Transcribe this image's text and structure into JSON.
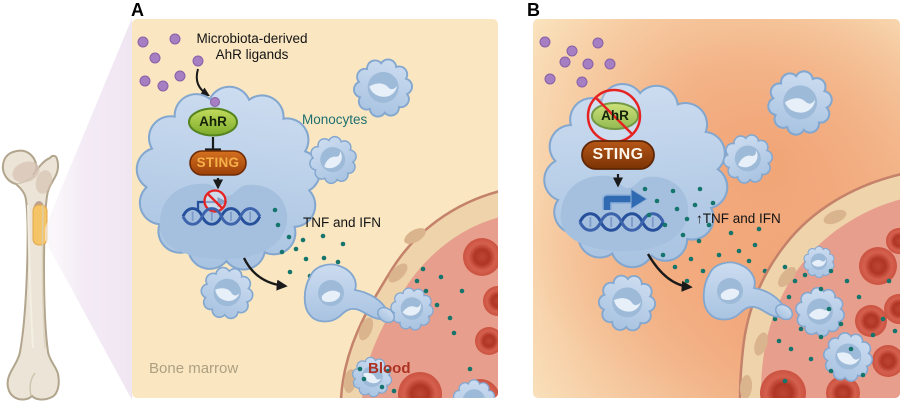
{
  "figure": {
    "panel_a": {
      "label": "A",
      "ligands_label_line1": "Microbiota-derived",
      "ligands_label_line2": "AhR ligands",
      "ahr": "AhR",
      "sting": "STING",
      "monocytes": "Monocytes",
      "cytokines": "TNF and IFN",
      "region_marrow": "Bone marrow",
      "region_blood": "Blood"
    },
    "panel_b": {
      "label": "B",
      "ahr": "AhR",
      "sting": "STING",
      "cytokines": "↑TNF and IFN"
    },
    "icons": {
      "inhibition": "t-bar",
      "activation": "down-arrow",
      "blocked_transcription": "promoter-arrow-with-crossed-red-circle",
      "active_transcription": "bold-blue-promoter-arrow",
      "prohibition": "crossed-red-circle",
      "zoom_cone": "magnification-wedge-from-femur-marrow"
    },
    "colors": {
      "panel_bg": "#fae7c2",
      "inflamed_glow": "#f1a476",
      "monocyte_fill": "#c3d6ec",
      "monocyte_border": "#83a7cf",
      "nucleus_fill": "#9dbad9",
      "ahr_green": "#8db63f",
      "sting_orange": "#b1500f",
      "sting_text_a": "#f6b04a",
      "sting_text_b": "#fdf6ec",
      "ligand_purple": "#a67fc3",
      "cytokine_teal": "#15746c",
      "monocytes_text": "#1d6f6f",
      "bone_marrow_text": "#ada081",
      "blood_text": "#ae3122",
      "vessel_wall": "#eed3ab",
      "vessel_rim": "#c5826b",
      "vessel_lumen": "#e79e8c",
      "rbc_red": "#c24534",
      "prohibition_red": "#e62323",
      "dna_blue": "#27509c",
      "transcription_blue": "#2f6ab2",
      "bone_fill": "#ece5d7",
      "marrow_yellow": "#f4c467"
    }
  }
}
